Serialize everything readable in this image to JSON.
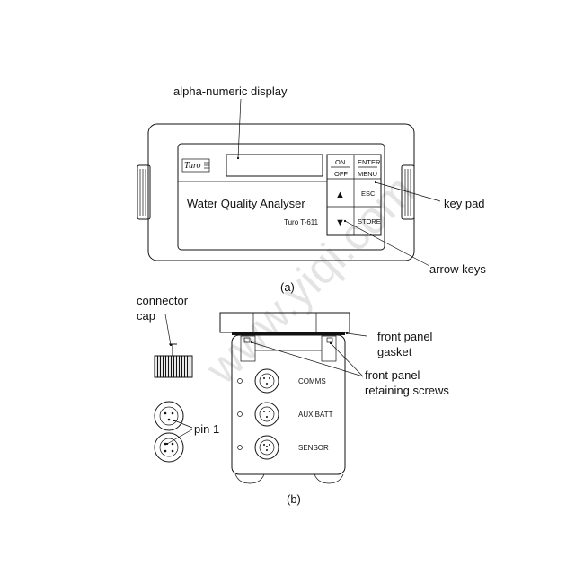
{
  "fig_a": {
    "caption": "(a)",
    "labels": {
      "display": "alpha-numeric display",
      "keypad": "key pad",
      "arrows": "arrow keys"
    },
    "brand": "Turo",
    "product": "Water Quality Analyser",
    "model": "Turo T-611",
    "keys": {
      "on": "ON",
      "off": "OFF",
      "enter": "ENTER",
      "menu": "MENU",
      "esc": "ESC",
      "store": "STORE",
      "up": "▲",
      "down": "▼"
    }
  },
  "fig_b": {
    "caption": "(b)",
    "labels": {
      "cap_line1": "connector",
      "cap_line2": "cap",
      "gasket_line1": "front panel",
      "gasket_line2": "gasket",
      "screws_line1": "front panel",
      "screws_line2": "retaining screws",
      "pin": "pin 1"
    },
    "ports": [
      "COMMS",
      "AUX BATT",
      "SENSOR"
    ]
  },
  "watermark": "www.yiqi.com"
}
